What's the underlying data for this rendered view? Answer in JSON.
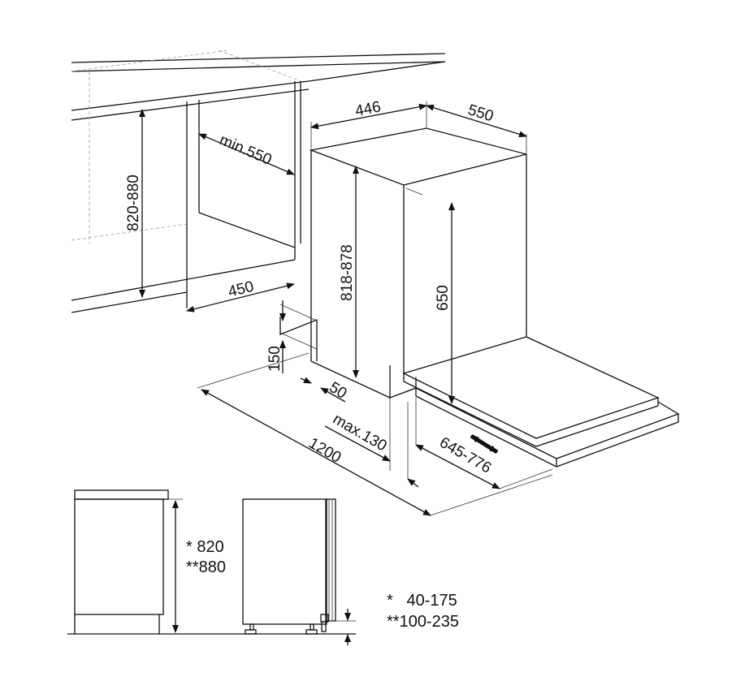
{
  "title": "Built-in dishwasher installation dimensions",
  "dimensions": {
    "niche_height": "820-880",
    "niche_depth": "min.550",
    "niche_width": "450",
    "appliance_width": "446",
    "appliance_depth": "550",
    "appliance_height": "818-878",
    "door_height": "650",
    "plinth_height": "150",
    "plinth_depth": "50",
    "max_offset": "max.130",
    "total_depth_open": "1200",
    "door_panel_range": "645-776"
  },
  "side_view": {
    "height_1": "* 820",
    "height_2": "**880",
    "plinth_1": "*   40-175",
    "plinth_2": "**100-235"
  }
}
